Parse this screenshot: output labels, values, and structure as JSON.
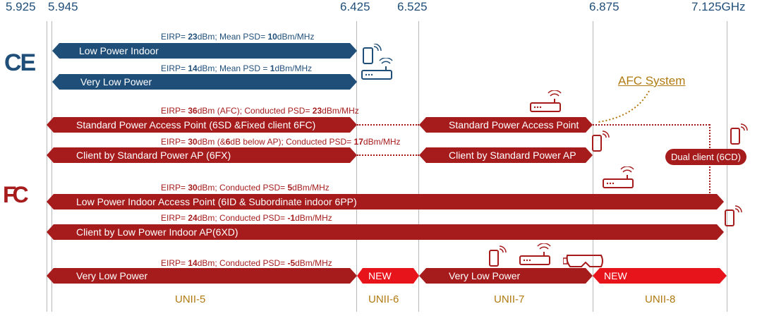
{
  "axis": {
    "f1": "5.925",
    "f2": "5.945",
    "f3": "6.425",
    "f4": "6.525",
    "f5": "6.875",
    "f6": "7.125GHz"
  },
  "logos": {
    "ce": "CE",
    "fcc": "FC"
  },
  "ce": {
    "lpi": {
      "label": "Low Power Indoor",
      "cap_pre": "EIRP= ",
      "cap_v1": "23",
      "cap_m1": "dBm; Mean PSD= ",
      "cap_v2": "10",
      "cap_post": "dBm/MHz"
    },
    "vlp": {
      "label": "Very Low Power",
      "cap_pre": "EIRP= ",
      "cap_v1": "14",
      "cap_m1": "dBm; Mean PSD = ",
      "cap_v2": "1",
      "cap_post": "dBm/MHz"
    }
  },
  "fcc": {
    "sp": {
      "label": "Standard Power Access Point (6SD &Fixed client 6FC)",
      "label2": "Standard Power Access Point",
      "cap_pre": "EIRP= ",
      "cap_v1": "36",
      "cap_m1": "dBm (AFC); Conducted PSD= ",
      "cap_v2": "23",
      "cap_post": "dBm/MHz"
    },
    "cl": {
      "label": "Client by Standard Power AP (6FX)",
      "label2": "Client by Standard Power AP",
      "cap_pre": "EIRP= ",
      "cap_v1": "30",
      "cap_m1": "dBm (&",
      "cap_v2": "6",
      "cap_m2": "dB below AP); Conducted PSD= ",
      "cap_v3": "17",
      "cap_post": "dBm/MHz"
    },
    "lpi": {
      "label": "Low Power Indoor Access Point (6ID & Subordinate indoor 6PP)",
      "cap_pre": "EIRP= ",
      "cap_v1": "30",
      "cap_m1": "dBm; Conducted PSD= ",
      "cap_v2": "5",
      "cap_post": "dBm/MHz"
    },
    "lpic": {
      "label": "Client by Low Power Indoor AP(6XD)",
      "cap_pre": "EIRP= ",
      "cap_v1": "24",
      "cap_m1": "dBm; Conducted PSD= ",
      "cap_v2": "-1",
      "cap_post": "dBm/MHz"
    },
    "vlp": {
      "label": "Very Low Power",
      "label2": "Very Low Power",
      "new1": "NEW",
      "new2": "NEW",
      "cap_pre": "EIRP= ",
      "cap_v1": "14",
      "cap_m1": "dBm; Conducted PSD= ",
      "cap_v2": "-5",
      "cap_post": "dBm/MHz"
    }
  },
  "afc": "AFC System",
  "dual": "Dual client (6CD)",
  "bands": {
    "u5": "UNII-5",
    "u6": "UNII-6",
    "u7": "UNII-7",
    "u8": "UNII-8"
  },
  "colors": {
    "blue": "#1f4e79",
    "red": "#a61c1c",
    "new": "#e8141b",
    "gold": "#b07a10"
  },
  "icons": [
    "phone-icon",
    "router-icon",
    "wifi-icon",
    "headset-icon"
  ]
}
